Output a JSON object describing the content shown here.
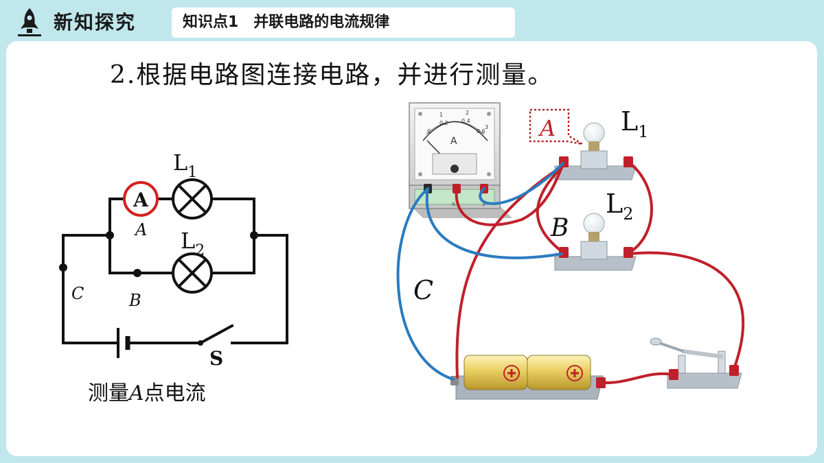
{
  "header": {
    "section_title": "新知探究",
    "topic": "知识点1　并联电路的电流规律"
  },
  "instruction": "2.根据电路图连接电路，并进行测量。",
  "circuit_diagram": {
    "ammeter_label": "A",
    "lamp1_label": "L",
    "lamp1_sub": "1",
    "lamp2_label": "L",
    "lamp2_sub": "2",
    "point_a": "A",
    "point_b": "B",
    "point_c": "C",
    "switch_label": "S"
  },
  "caption": {
    "prefix": "测量",
    "point": "A",
    "suffix": "点电流"
  },
  "apparatus": {
    "meter_symbol": "A",
    "meter_scale_top": [
      "0",
      "1",
      "2",
      "3"
    ],
    "meter_scale_bottom": [
      "0.2",
      "0.4",
      "0.6"
    ],
    "terminal_labels": [
      "0.6",
      "3"
    ],
    "callout_a": "A",
    "point_b": "B",
    "point_c": "C",
    "lamp1_label": "L",
    "lamp1_sub": "1",
    "lamp2_label": "L",
    "lamp2_sub": "2",
    "battery_sign_1": "⊕",
    "battery_sign_2": "⊕"
  },
  "colors": {
    "background": "#bfe7ec",
    "red_wire": "#c0202a",
    "blue_wire": "#2a7bbf",
    "ammeter_ring": "#d62020",
    "callout_border": "#b22222"
  }
}
